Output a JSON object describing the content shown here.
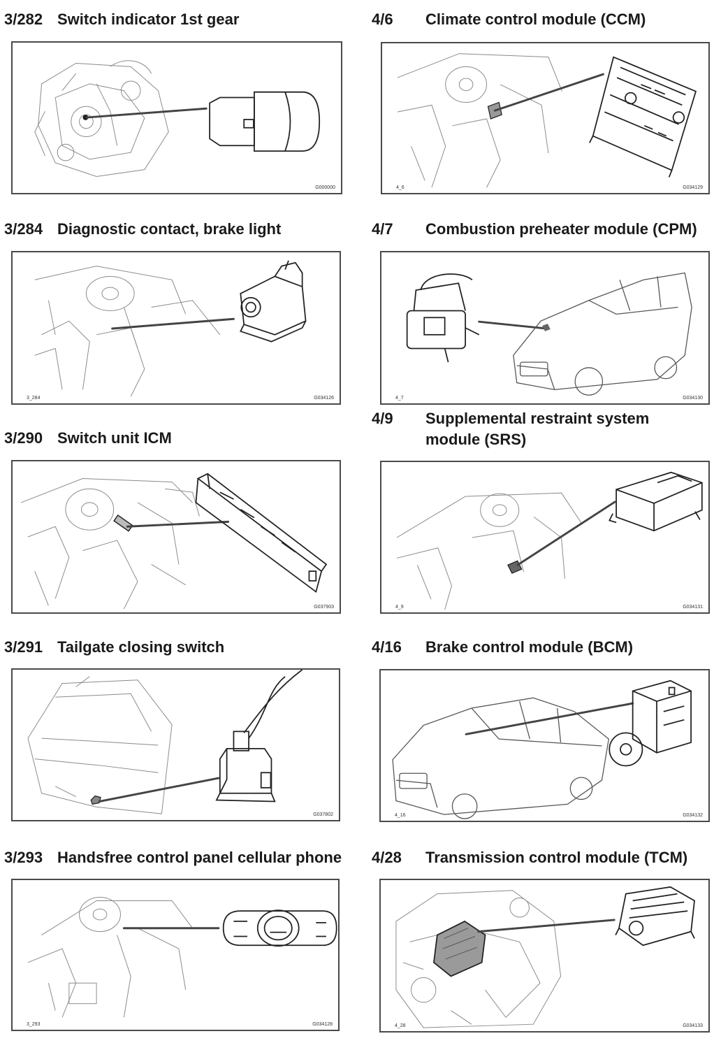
{
  "entries": [
    {
      "code": "3/282",
      "title": "Switch indicator 1st gear",
      "ref_left": "",
      "ref_right": "G000000",
      "icon": "gear-switch-engine-illustration"
    },
    {
      "code": "4/6",
      "title": "Climate control module (CCM)",
      "ref_left": "4_6",
      "ref_right": "G034129",
      "icon": "climate-module-dashboard-illustration"
    },
    {
      "code": "3/284",
      "title": "Diagnostic contact, brake light",
      "ref_left": "3_284",
      "ref_right": "G034126",
      "icon": "brake-light-switch-illustration"
    },
    {
      "code": "4/7",
      "title": "Combustion preheater module (CPM)",
      "ref_left": "4_7",
      "ref_right": "G034130",
      "icon": "preheater-car-illustration"
    },
    {
      "code": "3/290",
      "title": "Switch unit ICM",
      "ref_left": "",
      "ref_right": "G037903",
      "icon": "switch-unit-dashboard-illustration"
    },
    {
      "code": "4/9",
      "title": "Supplemental restraint system\nmodule (SRS)",
      "ref_left": "4_9",
      "ref_right": "G034131",
      "icon": "srs-module-interior-illustration"
    },
    {
      "code": "3/291",
      "title": "Tailgate closing switch",
      "ref_left": "",
      "ref_right": "G037802",
      "icon": "tailgate-switch-illustration"
    },
    {
      "code": "4/16",
      "title": "Brake control module (BCM)",
      "ref_left": "4_16",
      "ref_right": "G034132",
      "icon": "brake-module-car-illustration"
    },
    {
      "code": "3/293",
      "title": "Handsfree control panel cellular phone",
      "ref_left": "3_293",
      "ref_right": "G034128",
      "icon": "handsfree-panel-illustration"
    },
    {
      "code": "4/28",
      "title": "Transmission control module (TCM)",
      "ref_left": "4_28",
      "ref_right": "G034133",
      "icon": "transmission-module-illustration"
    }
  ]
}
